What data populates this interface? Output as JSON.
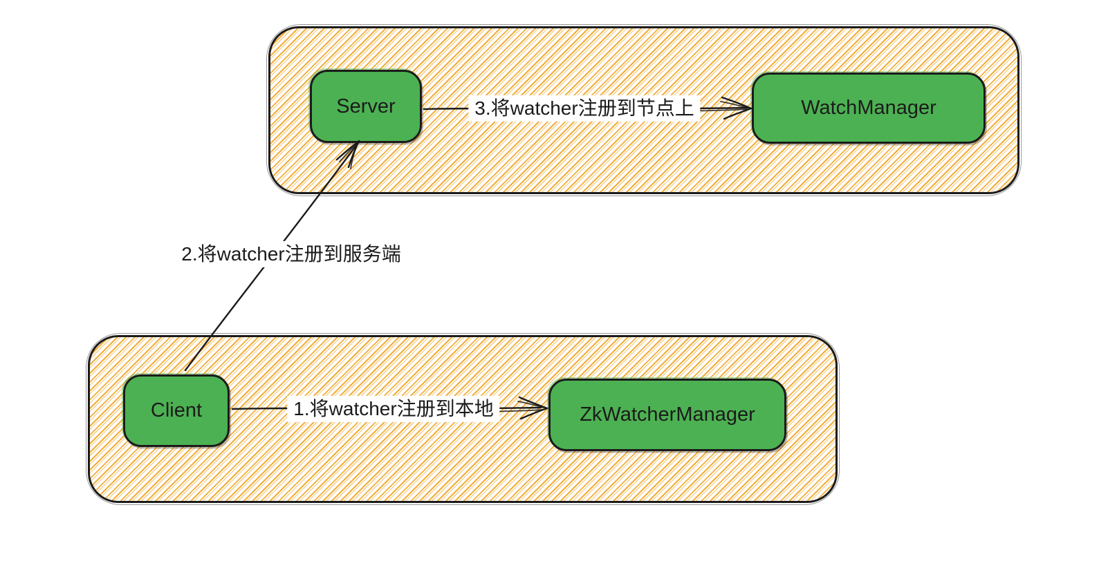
{
  "diagram": {
    "type": "flow-diagram",
    "topic": "ZooKeeper watcher registration flow"
  },
  "colors": {
    "stroke": "#1b1b1b",
    "node_fill": "#4cb152",
    "hatch": "#f2ae3c",
    "hatch_light": "#f8d492",
    "label_bg": "#ffffff",
    "canvas_bg": "#ffffff"
  },
  "groups": {
    "top": {
      "contains": [
        "Server",
        "WatchManager"
      ]
    },
    "bottom": {
      "contains": [
        "Client",
        "ZkWatcherManager"
      ]
    }
  },
  "nodes": {
    "server": {
      "label": "Server"
    },
    "watch_manager": {
      "label": "WatchManager"
    },
    "client": {
      "label": "Client"
    },
    "zk_watcher_manager": {
      "label": "ZkWatcherManager"
    }
  },
  "edges": [
    {
      "id": "register-local",
      "from": "Client",
      "to": "ZkWatcherManager",
      "label": "1.将watcher注册到本地"
    },
    {
      "id": "register-server",
      "from": "Client",
      "to": "Server",
      "label": "2.将watcher注册到服务端"
    },
    {
      "id": "register-node",
      "from": "Server",
      "to": "WatchManager",
      "label": "3.将watcher注册到节点上"
    }
  ]
}
